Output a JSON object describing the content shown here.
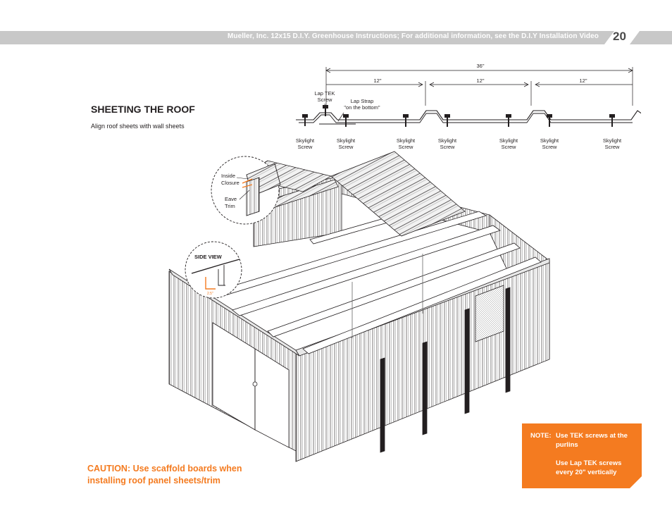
{
  "header": {
    "title": "Mueller, Inc. 12x15 D.I.Y. Greenhouse Instructions; For additional information, see the D.I.Y Installation Video",
    "page_number": "20"
  },
  "section": {
    "title": "SHEETING THE ROOF",
    "subtitle": "Align roof sheets with wall sheets"
  },
  "detail": {
    "dim_total": "36\"",
    "dim_segments": [
      "12\"",
      "12\"",
      "12\""
    ],
    "lap_tek_label": "Lap TEK Screw",
    "lap_tek_line1": "Lap TEK",
    "lap_tek_line2": "Screw",
    "lap_strap_line1": "Lap Strap",
    "lap_strap_line2": "\"on the bottom\"",
    "screw_line1": "Skylight",
    "screw_line2": "Screw"
  },
  "callout": {
    "inside_line1": "Inside",
    "inside_line2": "Closure",
    "eave_line1": "Eave",
    "eave_line2": "Trim",
    "side_view": "SIDE  VIEW",
    "overhang": "2.5\""
  },
  "caution": "CAUTION: Use scaffold boards when installing roof panel sheets/trim",
  "note": {
    "label": "NOTE:",
    "line1": "Use TEK screws at the purlins",
    "line2": "Use Lap TEK screws every 20\" vertically"
  },
  "colors": {
    "header_band": "#c8c8c8",
    "accent": "#f47b20",
    "line": "#231f20"
  }
}
